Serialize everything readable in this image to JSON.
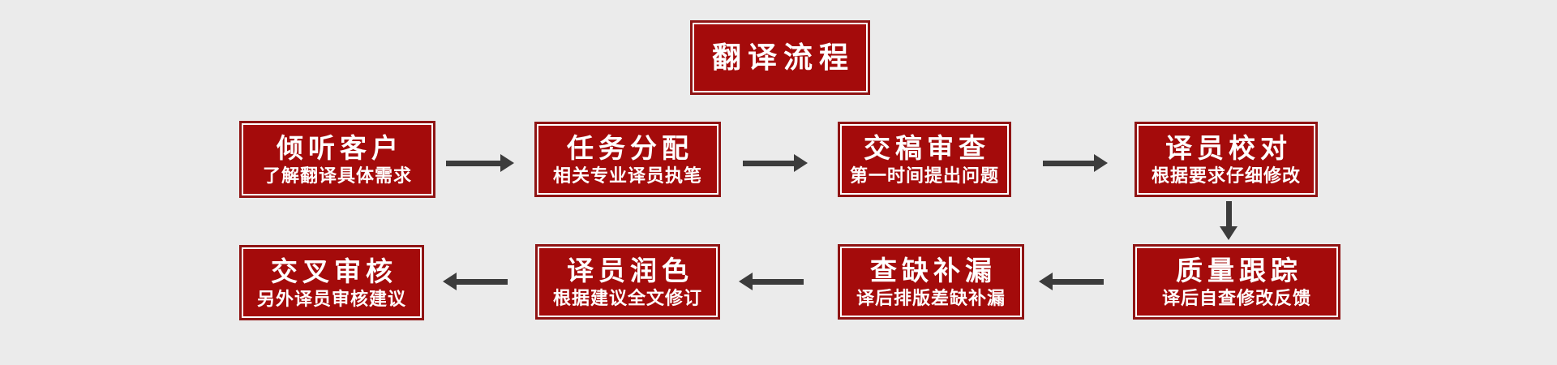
{
  "diagram": {
    "title": "翻译流程",
    "flow_direction_row1": "left-to-right",
    "flow_direction_row2": "right-to-left",
    "steps_row1": [
      {
        "title": "倾听客户",
        "subtitle": "了解翻译具体需求"
      },
      {
        "title": "任务分配",
        "subtitle": "相关专业译员执笔"
      },
      {
        "title": "交稿审查",
        "subtitle": "第一时间提出问题"
      },
      {
        "title": "译员校对",
        "subtitle": "根据要求仔细修改"
      }
    ],
    "steps_row2": [
      {
        "title": "交叉审核",
        "subtitle": "另外译员审核建议"
      },
      {
        "title": "译员润色",
        "subtitle": "根据建议全文修订"
      },
      {
        "title": "查缺补漏",
        "subtitle": "译后排版差缺补漏"
      },
      {
        "title": "质量跟踪",
        "subtitle": "译后自查修改反馈"
      }
    ],
    "colors": {
      "background": "#EBEBEB",
      "box_fill": "#A40B0B",
      "box_outer_border": "#8F1414",
      "box_inner_border": "#FFFFFF",
      "text": "#FFFFFF",
      "arrow": "#3C3C3C"
    }
  }
}
